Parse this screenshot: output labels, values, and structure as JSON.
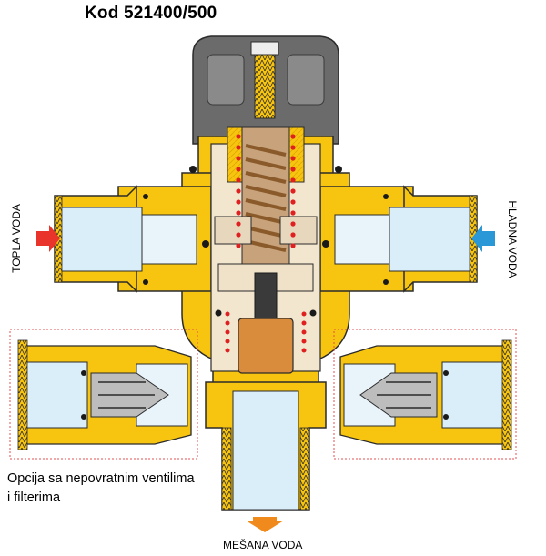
{
  "title": "Kod 521400/500",
  "labels": {
    "hot_water": "TOPLA VODA",
    "cold_water": "HLADNA VODA",
    "mixed_water": "MEŠANA VODA"
  },
  "caption": {
    "line1": "Opcija sa nepovratnim ventilima",
    "line2": "i filterima"
  },
  "colors": {
    "brass": "#f7c40f",
    "brass_dark": "#c99a00",
    "outline": "#2b2b2b",
    "hot_arrow": "#e8342a",
    "cold_arrow": "#2a97d6",
    "mixed_arrow": "#f08a1c",
    "water": "#d9eef8",
    "knob": "#6b6b6b",
    "spring": "#e02020",
    "piston": "#d98c3c",
    "inset_border": "#e05050"
  },
  "icons": {
    "hot_arrow": "arrow-right-icon",
    "cold_arrow": "arrow-left-icon",
    "mixed_arrow": "arrow-down-icon"
  }
}
